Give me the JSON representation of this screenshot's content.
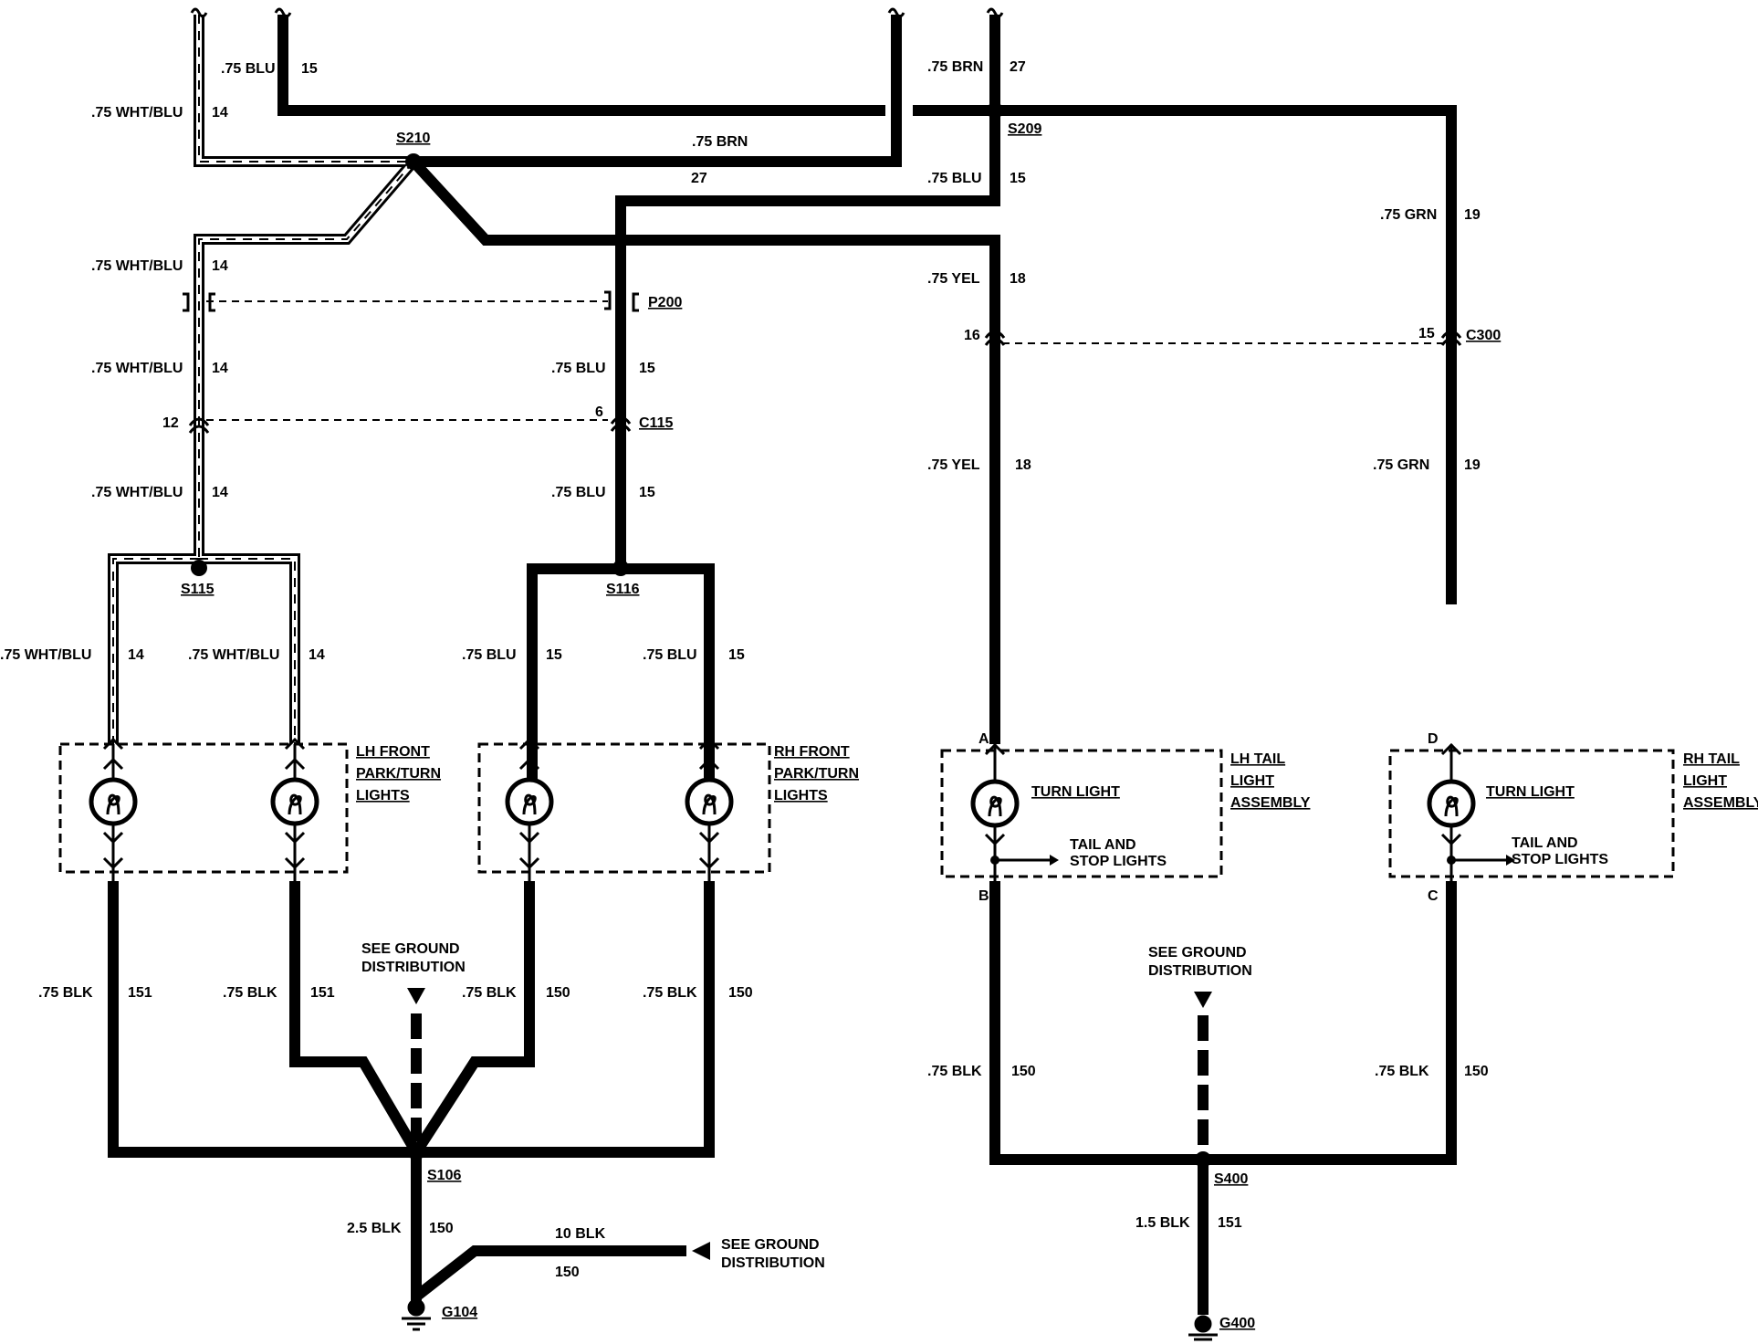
{
  "wires": {
    "blu_top_color": ".75 BLU",
    "blu_top_num": "15",
    "brn_top_color": ".75 BRN",
    "brn_top_num": "27",
    "whtblu_top_color": ".75 WHT/BLU",
    "whtblu_top_num": "14",
    "s210_brn_color": ".75 BRN",
    "s210_brn_num": "27",
    "s209_blu_color": ".75 BLU",
    "s209_blu_num": "15",
    "grn_top_color": ".75 GRN",
    "grn_top_num": "19",
    "whtblu_2_color": ".75 WHT/BLU",
    "whtblu_2_num": "14",
    "yel_top_color": ".75 YEL",
    "yel_top_num": "18",
    "whtblu_3_color": ".75 WHT/BLU",
    "whtblu_3_num": "14",
    "blu_mid_color": ".75 BLU",
    "blu_mid_num": "15",
    "whtblu_4_color": ".75 WHT/BLU",
    "whtblu_4_num": "14",
    "blu_low_color": ".75 BLU",
    "blu_low_num": "15",
    "yel_low_color": ".75 YEL",
    "yel_low_num": "18",
    "grn_low_color": ".75 GRN",
    "grn_low_num": "19",
    "lhf_a_color": ".75 WHT/BLU",
    "lhf_a_num": "14",
    "lhf_b_color": ".75 WHT/BLU",
    "lhf_b_num": "14",
    "rhf_a_color": ".75 BLU",
    "rhf_a_num": "15",
    "rhf_b_color": ".75 BLU",
    "rhf_b_num": "15",
    "g1_color": ".75 BLK",
    "g1_num": "151",
    "g2_color": ".75 BLK",
    "g2_num": "151",
    "g3_color": ".75 BLK",
    "g3_num": "150",
    "g4_color": ".75 BLK",
    "g4_num": "150",
    "lht_gnd_color": ".75 BLK",
    "lht_gnd_num": "150",
    "rht_gnd_color": ".75 BLK",
    "rht_gnd_num": "150",
    "s106_gnd_color": "2.5 BLK",
    "s106_gnd_num": "150",
    "ten_blk_color": "10 BLK",
    "ten_blk_num": "150",
    "s400_gnd_color": "1.5 BLK",
    "s400_gnd_num": "151"
  },
  "splices": {
    "s210": "S210",
    "s209": "S209",
    "s115": "S115",
    "s116": "S116",
    "s106": "S106",
    "s400": "S400",
    "g104": "G104",
    "g400": "G400"
  },
  "connectors": {
    "p200": "P200",
    "c115": "C115",
    "c300": "C300",
    "c115_left_pin": "12",
    "c115_right_pin": "6",
    "c300_left_pin": "16",
    "c300_right_pin": "15",
    "lh_tail_top_pin": "A",
    "lh_tail_bottom_pin": "B",
    "rh_tail_top_pin": "D",
    "rh_tail_bottom_pin": "C"
  },
  "components": {
    "lh_front": [
      "LH FRONT",
      "PARK/TURN",
      "LIGHTS"
    ],
    "rh_front": [
      "RH FRONT",
      "PARK/TURN",
      "LIGHTS"
    ],
    "lh_tail": [
      "LH TAIL",
      "LIGHT",
      "ASSEMBLY"
    ],
    "rh_tail": [
      "RH TAIL",
      "LIGHT",
      "ASSEMBLY"
    ],
    "turn_light_lh": "TURN LIGHT",
    "turn_light_rh": "TURN LIGHT",
    "tail_stop_lh": [
      "TAIL AND",
      "STOP LIGHTS"
    ],
    "tail_stop_rh": [
      "TAIL AND",
      "STOP LIGHTS"
    ]
  },
  "notes": {
    "see_ground_1": [
      "SEE GROUND",
      "DISTRIBUTION"
    ],
    "see_ground_2": [
      "SEE GROUND",
      "DISTRIBUTION"
    ],
    "see_ground_3": [
      "SEE GROUND",
      "DISTRIBUTION"
    ]
  }
}
